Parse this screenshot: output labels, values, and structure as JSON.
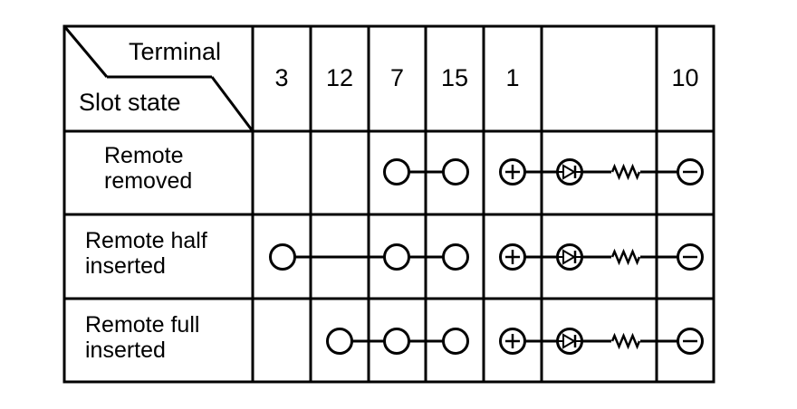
{
  "header": {
    "terminal_label": "Terminal",
    "slot_state_label": "Slot state"
  },
  "columns": [
    "3",
    "12",
    "7",
    "15",
    "1",
    "",
    "10"
  ],
  "rows": [
    {
      "label_line1": "Remote",
      "label_line2": "removed",
      "contacts": [
        "7",
        "15"
      ],
      "circuit": "led-resistor"
    },
    {
      "label_line1": "Remote half",
      "label_line2": "inserted",
      "contacts": [
        "3",
        "7",
        "15"
      ],
      "circuit": "led-resistor"
    },
    {
      "label_line1": "Remote full",
      "label_line2": "inserted",
      "contacts": [
        "12",
        "7",
        "15"
      ],
      "circuit": "led-resistor"
    }
  ],
  "symbols": {
    "contact": "open-circle",
    "positive": "plus-circle",
    "diode": "led-diode-icon",
    "resistor": "resistor-zigzag-icon",
    "negative": "minus-circle"
  },
  "colors": {
    "line": "#000000",
    "background": "#ffffff"
  }
}
